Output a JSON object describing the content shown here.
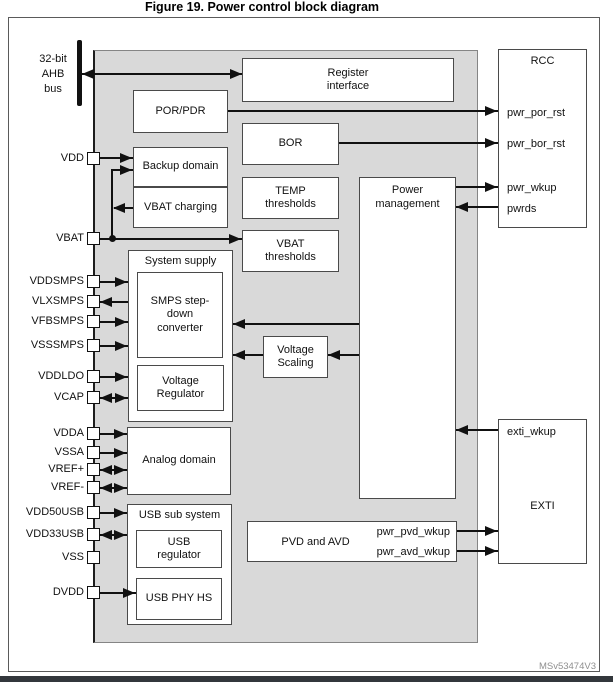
{
  "title": "Figure 19. Power control block diagram",
  "figure_code": "MSv53474V3",
  "colors": {
    "diagram_bg": "#d9d9d9",
    "line": "#111111",
    "box_border": "#4a4a4a",
    "footer_bar": "#33373c"
  },
  "bus": {
    "label": "32-bit\nAHB\nbus"
  },
  "blocks": {
    "register_interface": "Register\ninterface",
    "por_pdr": "POR/PDR",
    "backup_domain": "Backup domain",
    "vbat_charging": "VBAT charging",
    "bor": "BOR",
    "temp_thresholds": "TEMP\nthresholds",
    "vbat_thresholds": "VBAT\nthresholds",
    "system_supply": "System supply",
    "smps": "SMPS step-\ndown\nconverter",
    "voltage_regulator": "Voltage\nRegulator",
    "voltage_scaling": "Voltage\nScaling",
    "power_management": "Power\nmanagement",
    "analog_domain": "Analog domain",
    "usb_subsystem": "USB sub system",
    "usb_regulator": "USB\nregulator",
    "usb_phy": "USB PHY HS",
    "pvd_avd": "PVD and AVD",
    "rcc": "RCC",
    "exti": "EXTI"
  },
  "signals": {
    "pwr_por_rst": "pwr_por_rst",
    "pwr_bor_rst": "pwr_bor_rst",
    "pwr_wkup": "pwr_wkup",
    "pwrds": "pwrds",
    "exti_wkup": "exti_wkup",
    "pwr_pvd_wkup": "pwr_pvd_wkup",
    "pwr_avd_wkup": "pwr_avd_wkup"
  },
  "pins": [
    "VDD",
    "VBAT",
    "VDDSMPS",
    "VLXSMPS",
    "VFBSMPS",
    "VSSSMPS",
    "VDDLDO",
    "VCAP",
    "VDDA",
    "VSSA",
    "VREF+",
    "VREF-",
    "VDD50USB",
    "VDD33USB",
    "VSS",
    "DVDD"
  ]
}
